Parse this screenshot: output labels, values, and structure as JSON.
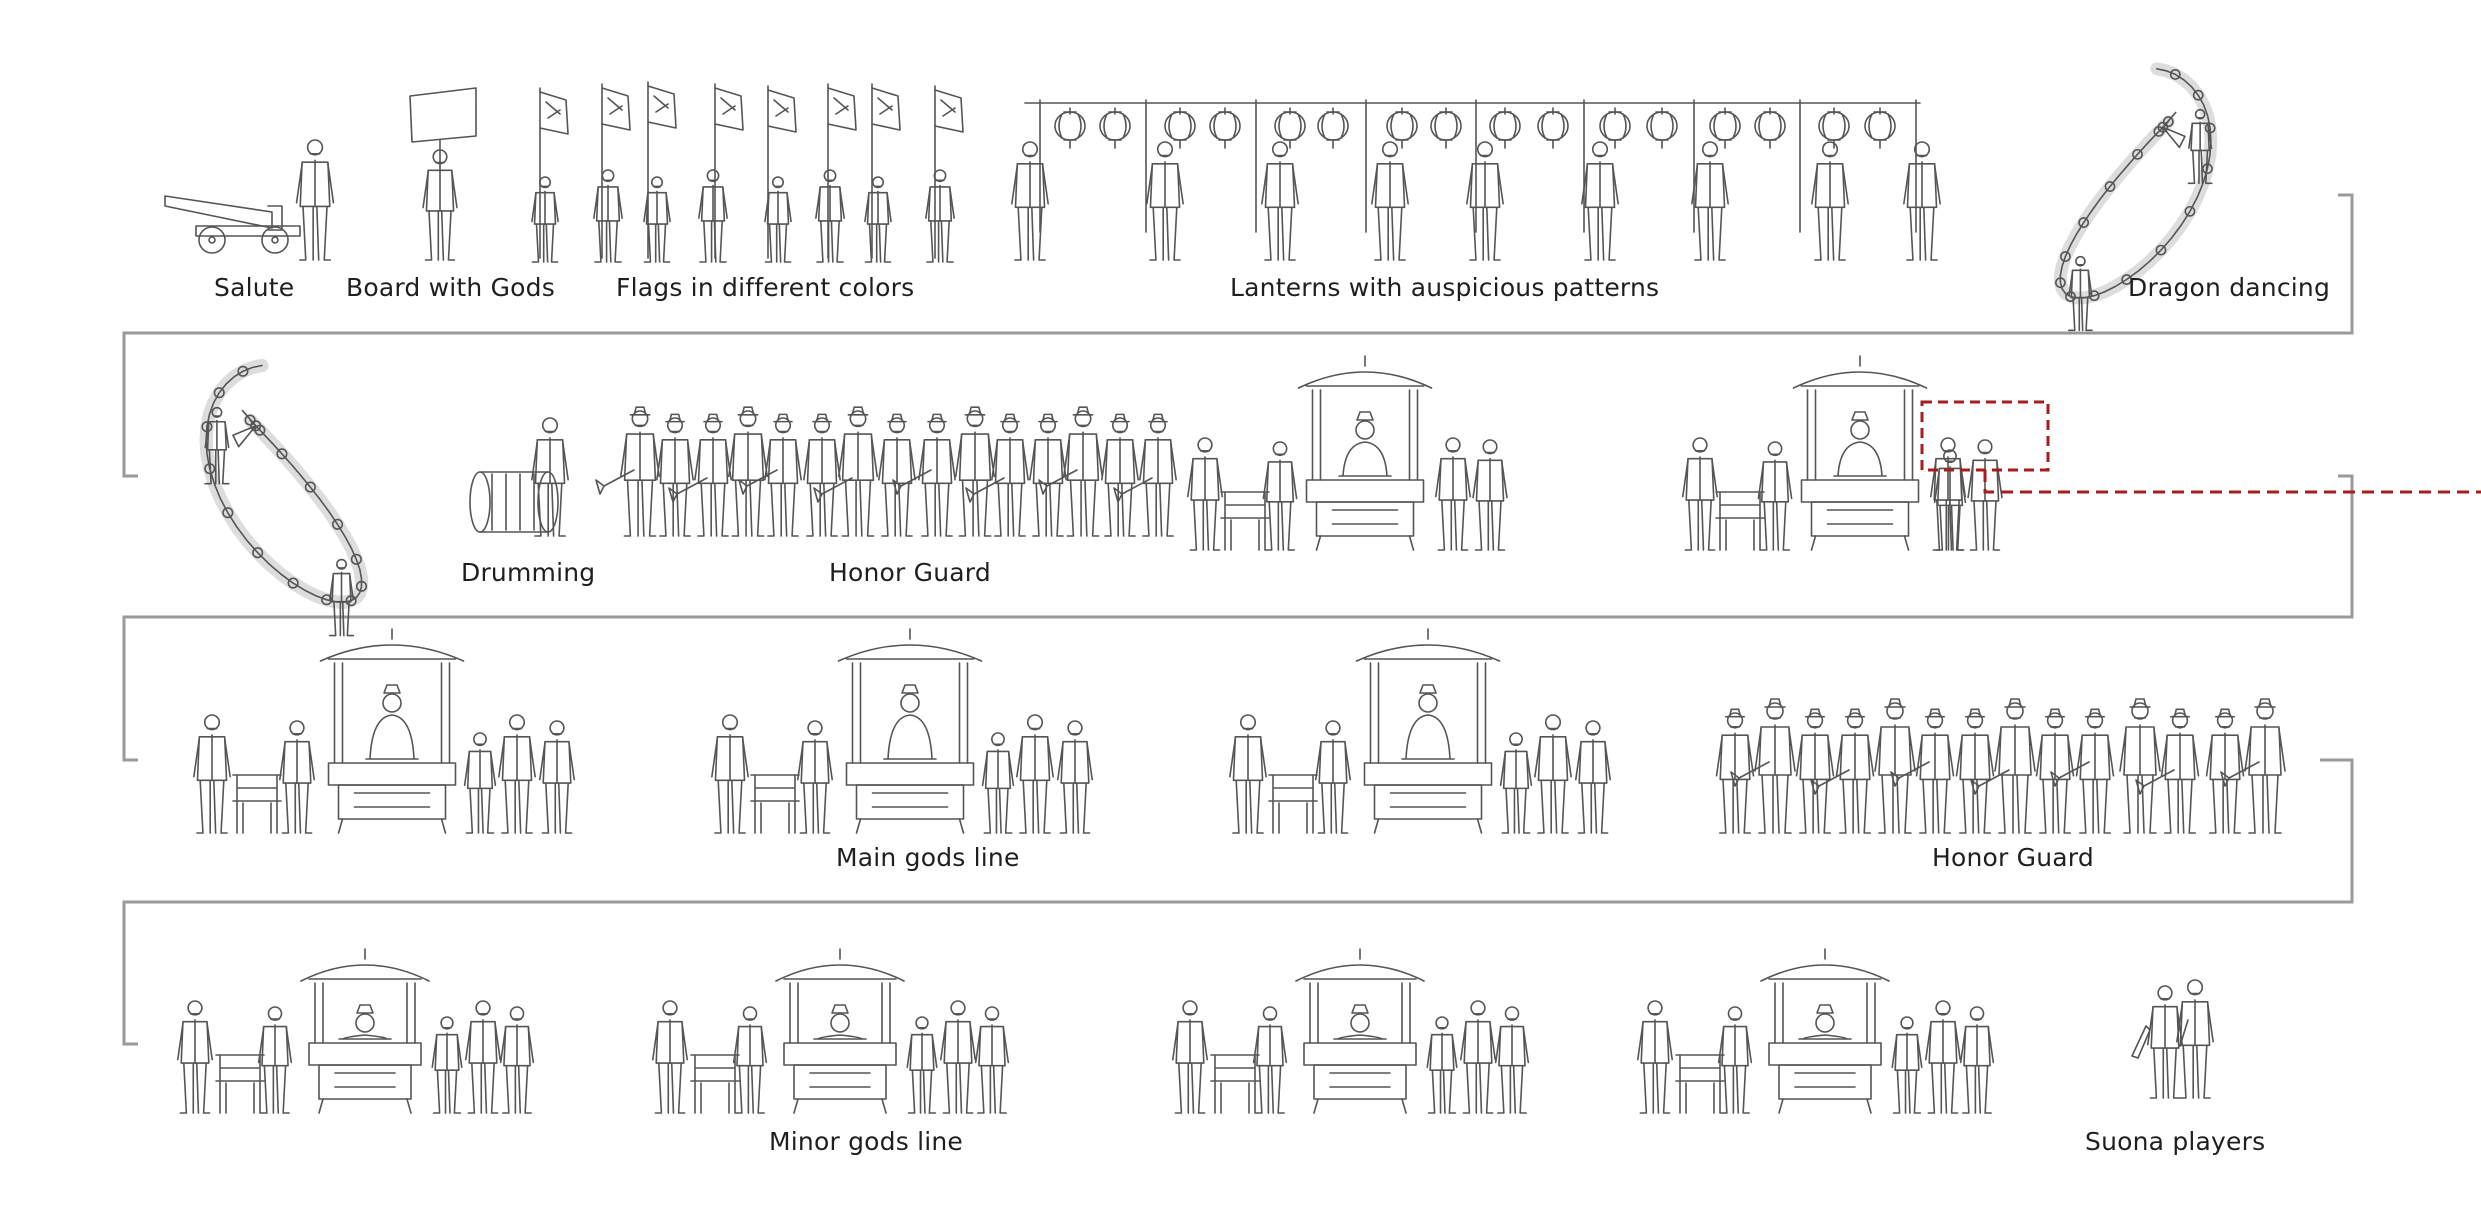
{
  "colors": {
    "path": "#9a9a9a",
    "ink": "#555555",
    "highlight": "#a51d1d"
  },
  "icons": [
    "cannon-icon",
    "board-icon",
    "flag-icon",
    "lantern-icon",
    "dragon-icon",
    "drum-icon",
    "trumpet-icon",
    "palanquin-icon",
    "chair-icon",
    "person-icon",
    "suona-icon"
  ],
  "rows": [
    {
      "labels": [
        "Salute",
        "Board with Gods",
        "Flags in different colors",
        "Lanterns with auspicious patterns",
        "Dragon dancing"
      ]
    },
    {
      "labels": [
        "Drumming",
        "Honor Guard"
      ]
    },
    {
      "labels": [
        "Main gods line",
        "Honor Guard"
      ]
    },
    {
      "labels": [
        "Minor gods line",
        "Suona players"
      ]
    }
  ]
}
